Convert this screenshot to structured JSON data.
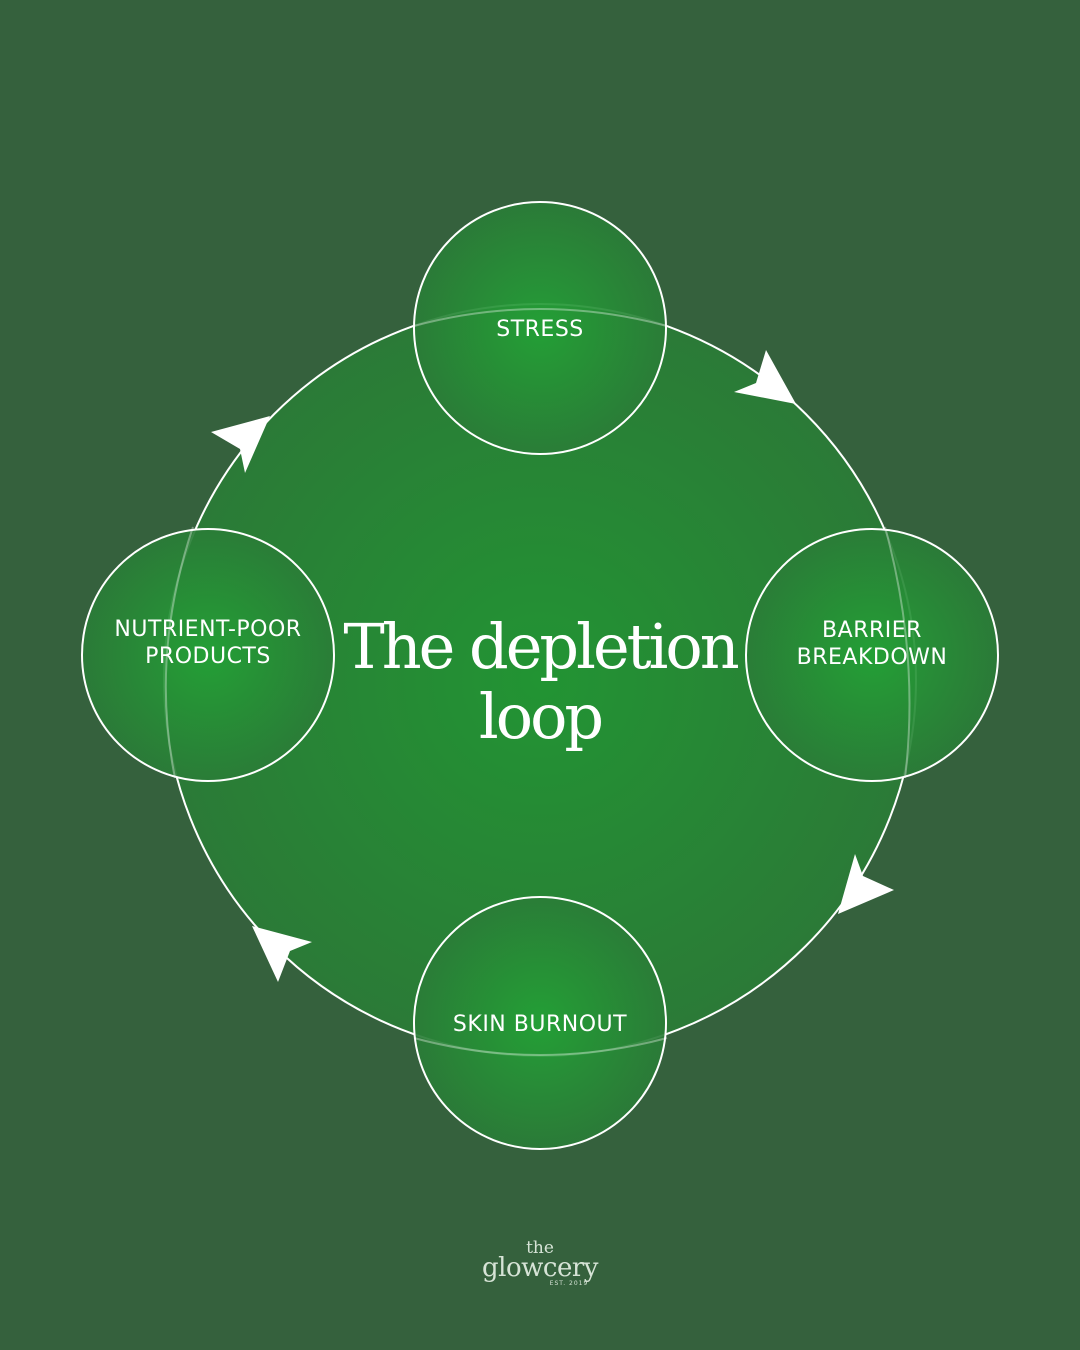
{
  "title": {
    "line1": "The depletion",
    "line2": "loop"
  },
  "nodes": [
    {
      "id": "stress",
      "lines": [
        "STRESS"
      ]
    },
    {
      "id": "barrier-breakdown",
      "lines": [
        "BARRIER",
        "BREAKDOWN"
      ]
    },
    {
      "id": "skin-burnout",
      "lines": [
        "SKIN BURNOUT"
      ]
    },
    {
      "id": "nutrient-poor-products",
      "lines": [
        "NUTRIENT-POOR",
        "PRODUCTS"
      ]
    }
  ],
  "logo": {
    "the": "the",
    "name": "glowcery",
    "est": "EST. 2019"
  },
  "colors": {
    "background": "#35613d",
    "circle_center": "#229433",
    "circle_edge": "#2a6f35",
    "stroke": "#ffffff"
  }
}
